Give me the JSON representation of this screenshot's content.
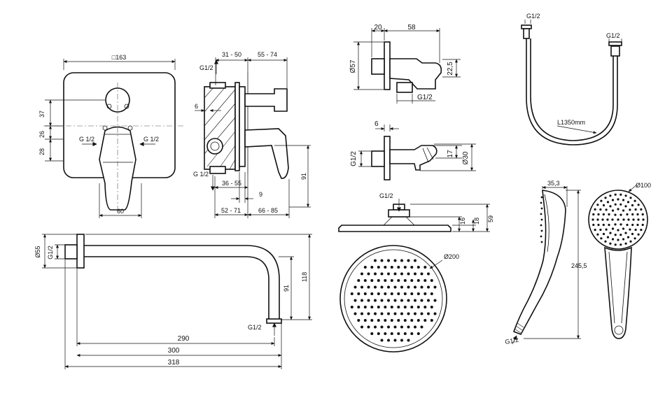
{
  "mixer_front": {
    "width_label": "□163",
    "dim_37": "37",
    "dim_26": "26",
    "dim_28": "28",
    "thread_left": "G 1/2",
    "thread_right": "G 1/2",
    "bottom_60": "60"
  },
  "mixer_side": {
    "top_g12": "G1/2",
    "bottom_g12": "G 1/2",
    "dim_31_50": "31 - 50",
    "dim_55_74": "55 - 74",
    "dim_6": "6",
    "dim_36_55": "36 - 55",
    "dim_9": "9",
    "dim_91": "91",
    "dim_52_71": "52 - 71",
    "dim_66_85": "66 - 85"
  },
  "shower_arm": {
    "dia55": "Ø55",
    "g12_left": "G1/2",
    "g12_right": "G1/2",
    "dim_118": "118",
    "dim_91": "91",
    "dim_290": "290",
    "dim_300": "300",
    "dim_318": "318"
  },
  "wall_outlet": {
    "dim_20": "20",
    "dim_58": "58",
    "dia57": "Ø57",
    "dim_22_5": "22,5",
    "g12": "G1/2"
  },
  "holder": {
    "dim_6": "6",
    "g12": "G1/2",
    "dim_17": "17",
    "dia30": "Ø30"
  },
  "rain_head": {
    "g12": "G1/2",
    "dim_16": "16",
    "dim_18": "18",
    "dim_59": "59",
    "dia200": "Ø200"
  },
  "hose": {
    "g12_top": "G1/2",
    "g12_right": "G1/2",
    "length": "L1350mm"
  },
  "hand_shower": {
    "dim_35_3": "35,3",
    "dim_245_5": "245,5",
    "g12": "G1/2",
    "dia100": "Ø100"
  },
  "colors": {
    "line": "#111111",
    "background": "#ffffff"
  }
}
